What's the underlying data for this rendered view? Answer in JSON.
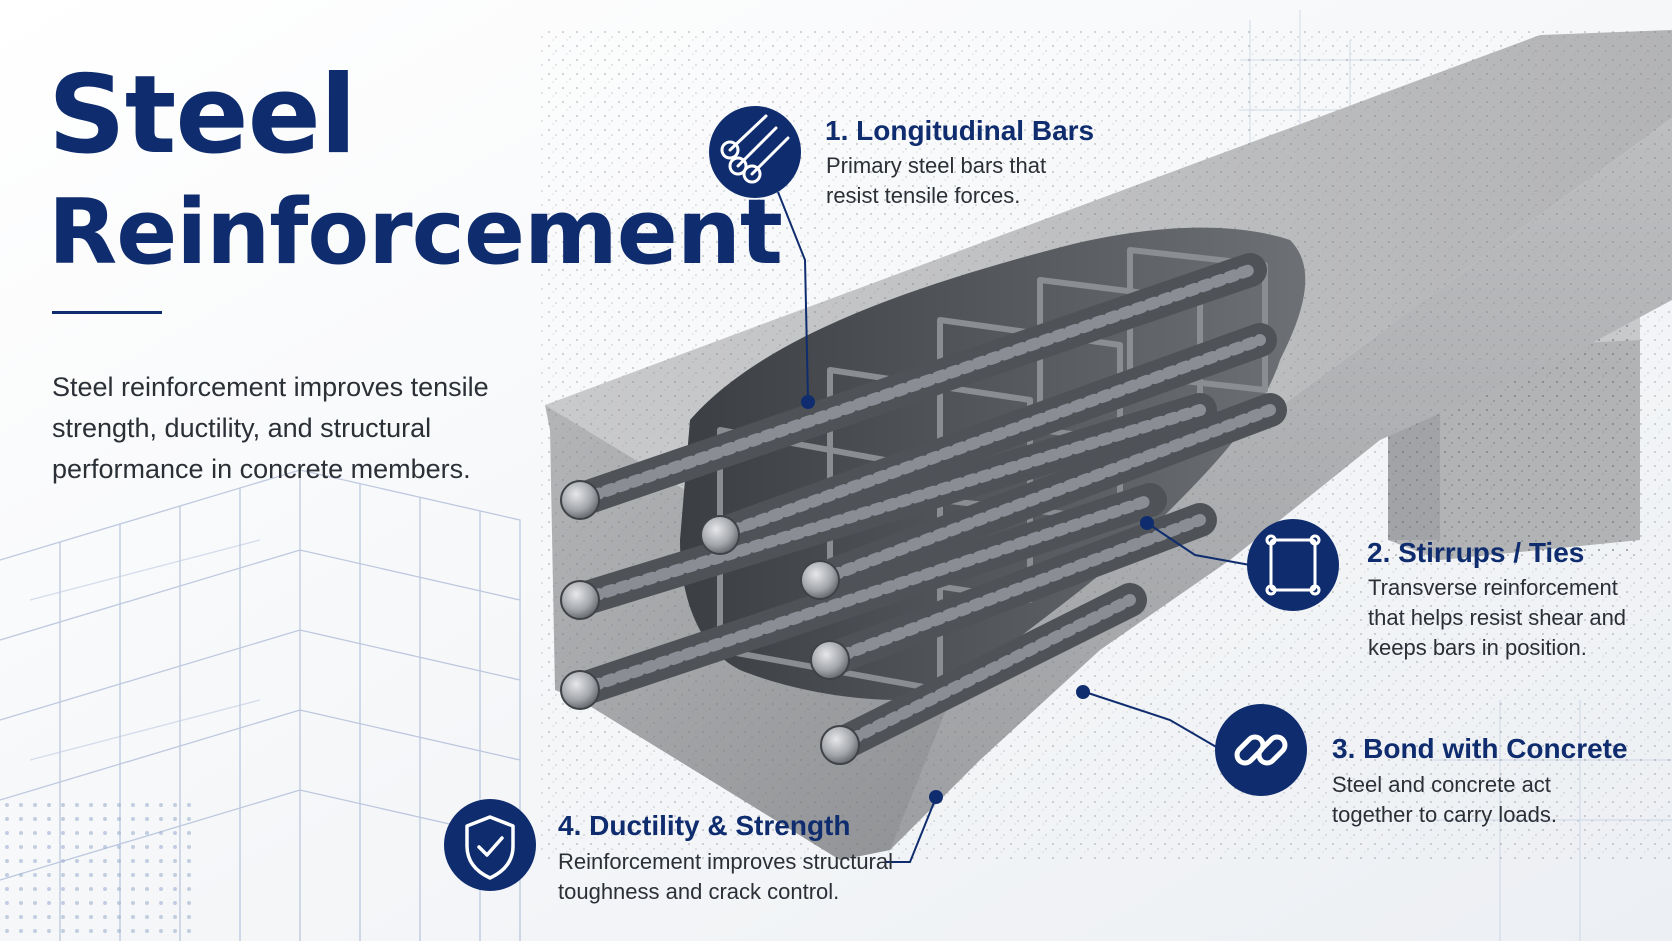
{
  "title": {
    "line1": "Steel",
    "line2": "Reinforcement"
  },
  "intro": "Steel reinforcement improves tensile strength, ductility, and structural performance in concrete members.",
  "colors": {
    "navy": "#0f2d6e",
    "text": "#2b2f36",
    "concrete": "#a9abae",
    "steel": "#5c6067"
  },
  "callouts": [
    {
      "number": "1",
      "title": "1. Longitudinal Bars",
      "description": "Primary steel bars that\nresist tensile forces.",
      "icon": "rebar-bundle-icon"
    },
    {
      "number": "2",
      "title": "2. Stirrups / Ties",
      "description": "Transverse reinforcement\nthat helps resist shear and\nkeeps bars in position.",
      "icon": "stirrup-frame-icon"
    },
    {
      "number": "3",
      "title": "3. Bond with Concrete",
      "description": "Steel and concrete act\ntogether to carry loads.",
      "icon": "chain-link-icon"
    },
    {
      "number": "4",
      "title": "4. Ductility & Strength",
      "description": "Reinforcement improves structural\ntoughness and crack control.",
      "icon": "shield-check-icon"
    }
  ]
}
